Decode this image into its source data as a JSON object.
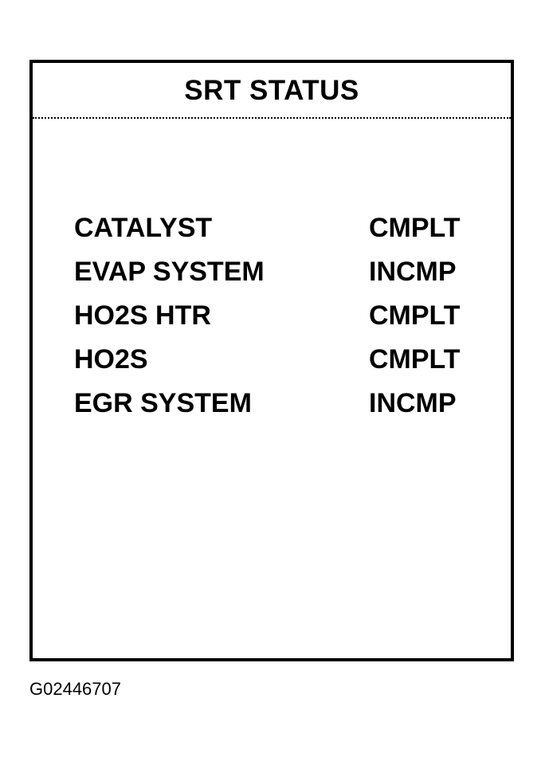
{
  "screen": {
    "title": "SRT STATUS",
    "rows": [
      {
        "label": "CATALYST",
        "value": "CMPLT"
      },
      {
        "label": "EVAP SYSTEM",
        "value": "INCMP"
      },
      {
        "label": "HO2S HTR",
        "value": "CMPLT"
      },
      {
        "label": "HO2S",
        "value": "CMPLT"
      },
      {
        "label": "EGR SYSTEM",
        "value": "INCMP"
      }
    ]
  },
  "figure_id": "G02446707"
}
